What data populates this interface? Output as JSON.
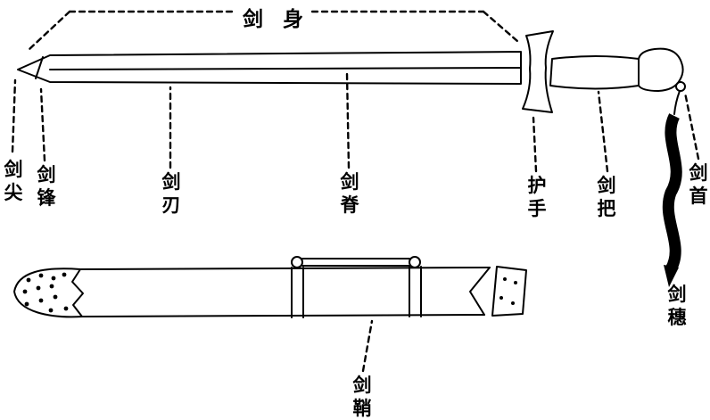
{
  "diagram": {
    "title_label": "剑身",
    "part_labels": {
      "tip": "剑尖",
      "point": "剑锋",
      "edge": "剑刃",
      "spine": "剑脊",
      "guard": "护手",
      "grip": "剑把",
      "pommel": "剑首",
      "tassel": "剑穗",
      "scabbard": "剑鞘"
    }
  }
}
